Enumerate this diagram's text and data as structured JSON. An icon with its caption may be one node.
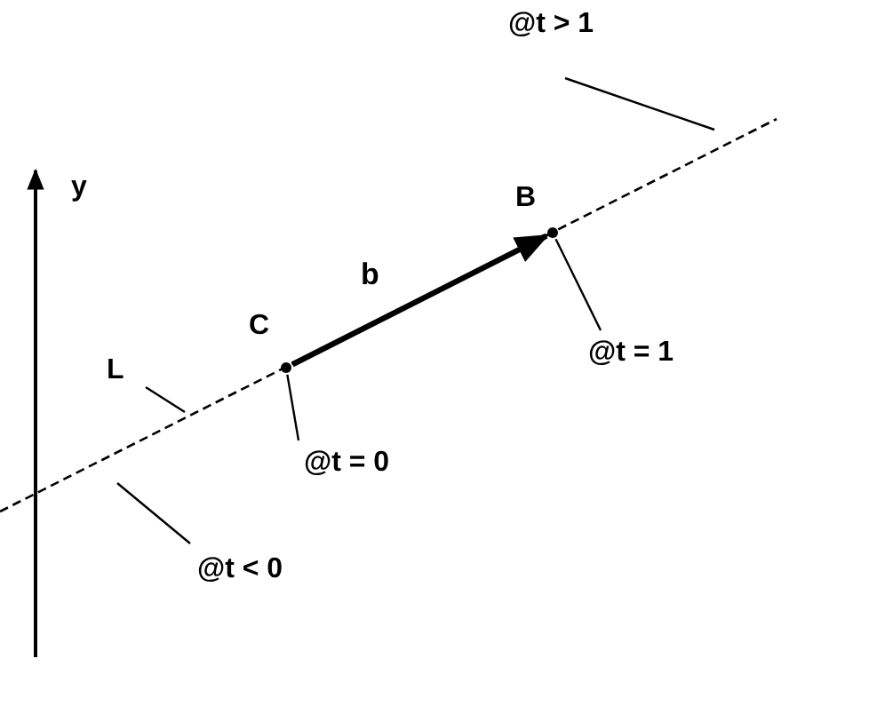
{
  "diagram": {
    "nodes": [
      {
        "text": [],
        "shape": "circle",
        "beside": [
          "C"
        ]
      },
      {
        "text": [],
        "shape": "circle",
        "beside": [
          "B"
        ]
      },
      {
        "text": [
          "@t = 0"
        ]
      },
      {
        "text": [
          "@t = 1"
        ]
      },
      {
        "text": [
          "@t > 1"
        ]
      },
      {
        "text": [
          "L"
        ]
      },
      {
        "text": [
          "@t < 0"
        ]
      }
    ],
    "edges": [
      {
        "from": 0,
        "to": 1,
        "arrow": "to",
        "label": "b",
        "style": "thick"
      },
      {
        "from": 2,
        "to": 0,
        "arrow": "none"
      },
      {
        "from": 3,
        "to": 1,
        "arrow": "none"
      },
      {
        "from": 4,
        "to": null,
        "arrow": "none"
      },
      {
        "from": 5,
        "to": null,
        "arrow": "none"
      },
      {
        "from": 6,
        "to": null,
        "arrow": "none"
      }
    ],
    "labels": [
      "y"
    ]
  }
}
